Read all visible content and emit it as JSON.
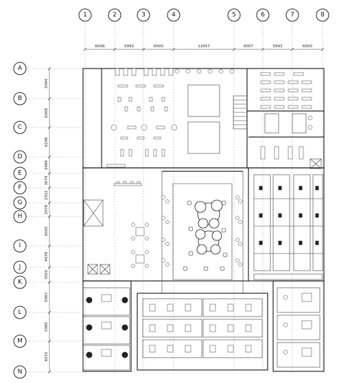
{
  "plan": {
    "column_axes": [
      {
        "label": "1"
      },
      {
        "label": "2"
      },
      {
        "label": "3"
      },
      {
        "label": "4"
      },
      {
        "label": "5"
      },
      {
        "label": "6"
      },
      {
        "label": "7"
      },
      {
        "label": "8"
      }
    ],
    "column_spacings": [
      "6099",
      "5993",
      "6000",
      "12057",
      "6007",
      "5993",
      "6000"
    ],
    "row_axes": [
      {
        "label": "A"
      },
      {
        "label": "B"
      },
      {
        "label": "C"
      },
      {
        "label": "D"
      },
      {
        "label": "E"
      },
      {
        "label": "F"
      },
      {
        "label": "G"
      },
      {
        "label": "H"
      },
      {
        "label": "I"
      },
      {
        "label": "J"
      },
      {
        "label": "K"
      },
      {
        "label": "L"
      },
      {
        "label": "M"
      },
      {
        "label": "N"
      }
    ],
    "row_spacings": [
      "5994",
      "6008",
      "6298",
      "2988",
      "3079",
      "2502",
      "2978",
      "6005",
      "4039",
      "3500",
      "5983",
      "5985",
      "6015"
    ]
  }
}
